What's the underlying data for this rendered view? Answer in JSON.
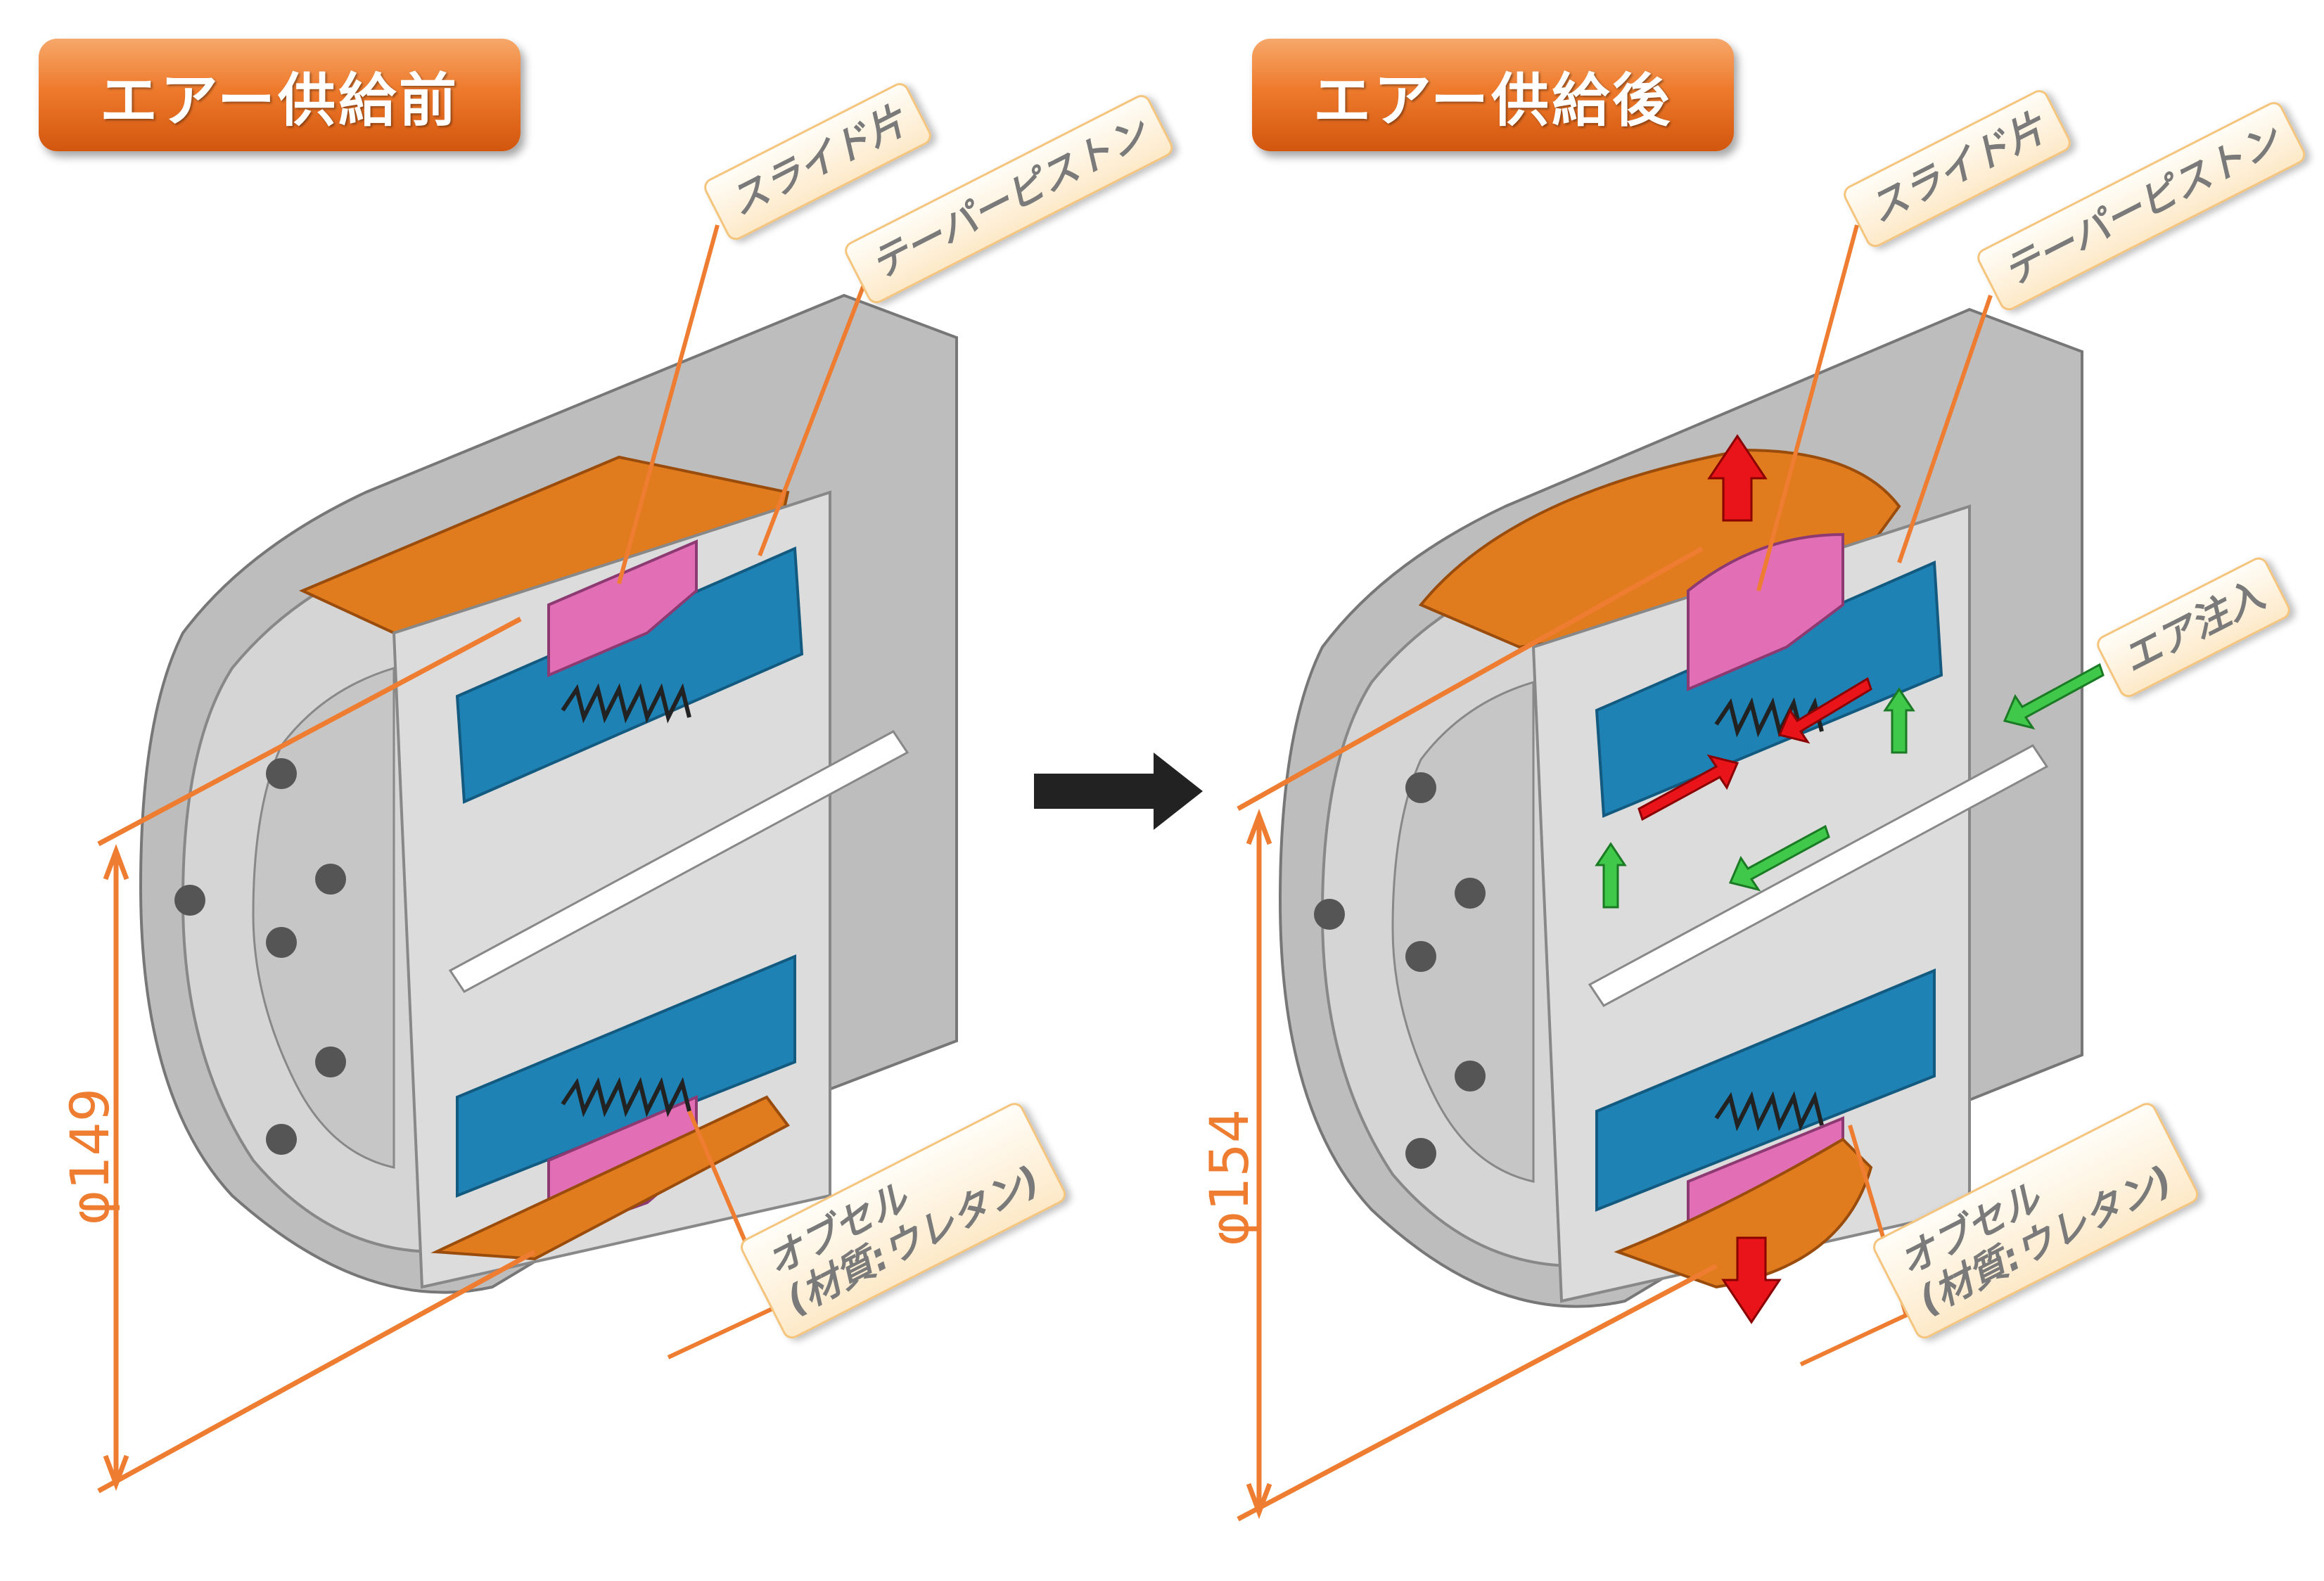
{
  "left_panel": {
    "title": "エアー供給前",
    "labels": {
      "slide_piece": "スライド片",
      "taper_piston": "テーパーピストン",
      "obucell": "オブセル",
      "obucell_material": "(材質:ウレタン)"
    },
    "diameter": "φ149"
  },
  "right_panel": {
    "title": "エアー供給後",
    "labels": {
      "slide_piece": "スライド片",
      "taper_piston": "テーパーピストン",
      "air_injection": "エア注入",
      "obucell": "オブセル",
      "obucell_material": "(材質:ウレタン)"
    },
    "diameter": "φ154"
  },
  "colors": {
    "accent": "#ee7d31",
    "urethan": "#e07b1e",
    "piston": "#1f82b4",
    "slide": "#e26fb6",
    "metal": "#c9c9c9",
    "air_flow": "#3fc84a",
    "expand": "#e8141a"
  },
  "icons": {
    "transition": "arrow-right-icon"
  }
}
